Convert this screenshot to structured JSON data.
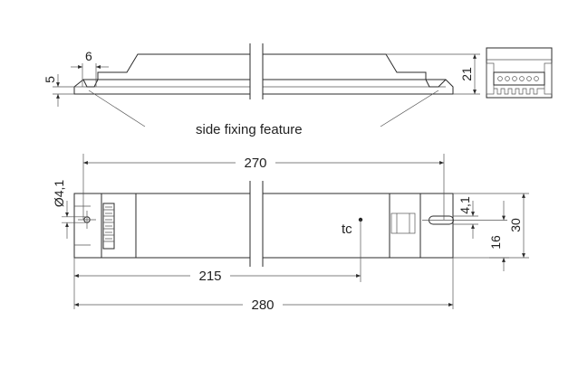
{
  "labels": {
    "side_feature": "side fixing feature",
    "tc": "tc"
  },
  "dimensions": {
    "slot_width": "6",
    "flange_height": "5",
    "height": "21",
    "fixing_distance": "270",
    "hole_diameter": "Ø4,1",
    "slot_width_right": "4,1",
    "center_offset": "16",
    "width": "30",
    "tc_distance": "215",
    "length": "280"
  }
}
